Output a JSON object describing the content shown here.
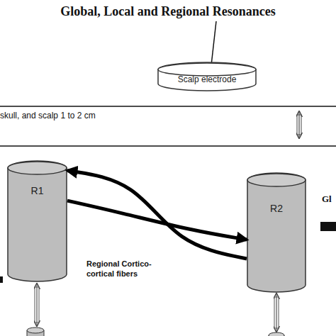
{
  "diagram": {
    "title": "Global, Local and Regional Resonances",
    "nodes": [
      {
        "text": [
          "Scalp electrode"
        ]
      },
      {
        "text": [
          "R1"
        ]
      },
      {
        "text": [
          "R2"
        ]
      }
    ],
    "edges": [
      {
        "from": 2,
        "to": 1,
        "arrow": "to"
      },
      {
        "from": 1,
        "to": 2,
        "arrow": "to"
      }
    ],
    "labels": [
      "skull, and scalp 1 to 2 cm",
      "Regional Cortico-cortical fibers",
      "Gl"
    ]
  }
}
